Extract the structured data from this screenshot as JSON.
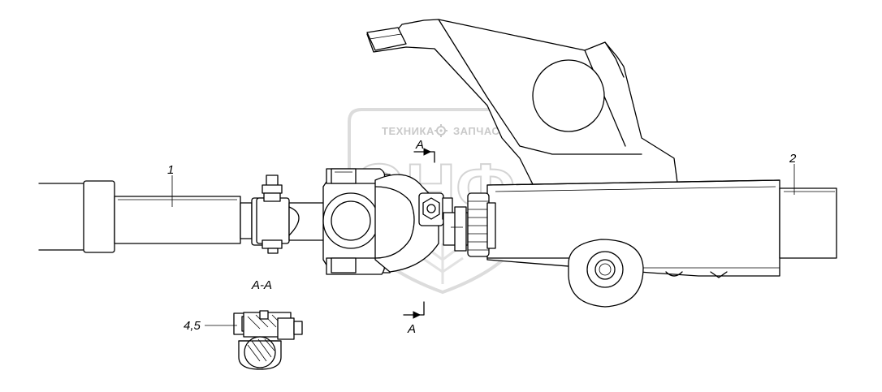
{
  "watermark": {
    "left_word": "ТЕХНИКА",
    "right_word": "ЗАПЧАСТИ",
    "logo": "ЭНФ",
    "gear_icon": "gear-icon"
  },
  "callouts": {
    "part_1": "1",
    "part_2": "2",
    "parts_4_5": "4,5"
  },
  "section": {
    "marker_top": "А",
    "marker_bottom": "А",
    "view_title": "А-А"
  }
}
